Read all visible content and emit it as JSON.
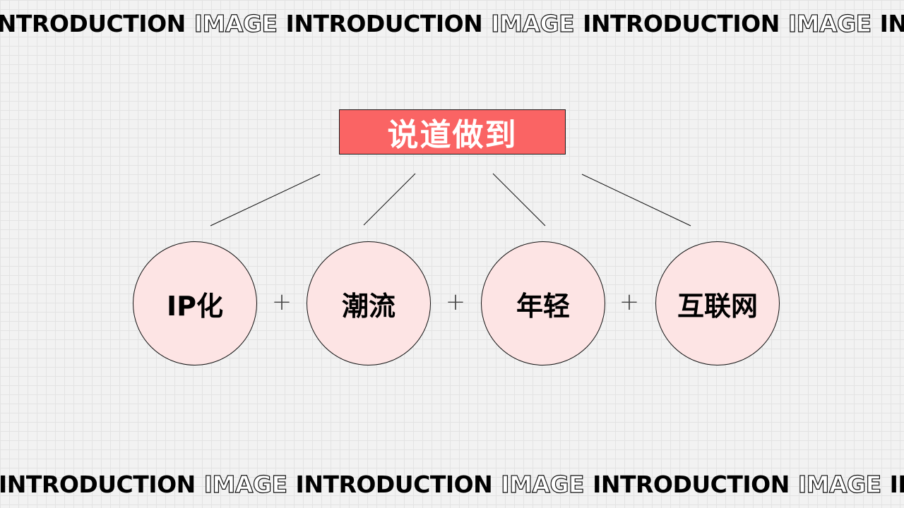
{
  "marquee": {
    "top": [
      "INTRODUCTION",
      "IMAGE",
      "INTRODUCTION",
      "IMAGE",
      "INTRODUCTION",
      "IMAGE",
      "INTRODUCTION"
    ],
    "bottom": [
      "INTRODUCTION",
      "IMAGE",
      "INTRODUCTION",
      "IMAGE",
      "INTRODUCTION",
      "IMAGE",
      "INTRODUCTION"
    ]
  },
  "title": "说道做到",
  "nodes": [
    {
      "label": "IP化"
    },
    {
      "label": "潮流"
    },
    {
      "label": "年轻"
    },
    {
      "label": "互联网"
    }
  ],
  "plus_symbol": "+",
  "colors": {
    "title_bg": "#fa6464",
    "title_text": "#ffffff",
    "circle_fill": "#fde4e4",
    "outline": "#111111",
    "background": "#f2f2f2"
  }
}
